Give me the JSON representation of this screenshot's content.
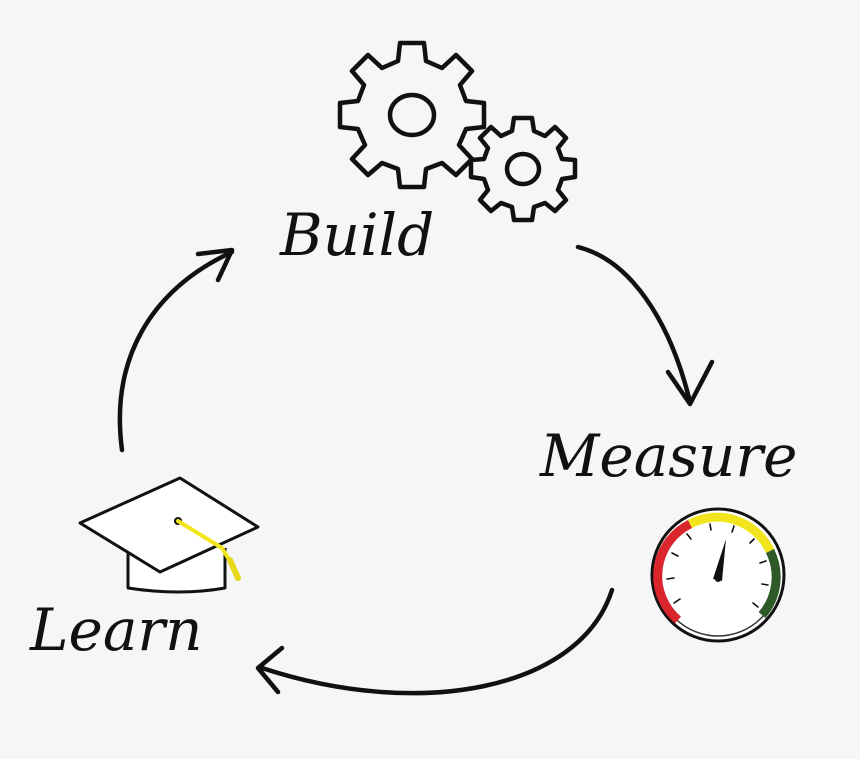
{
  "stages": {
    "build": "Build",
    "measure": "Measure",
    "learn": "Learn"
  },
  "icons": {
    "build": "gears-icon",
    "measure": "gauge-icon",
    "learn": "graduation-cap-icon"
  },
  "colors": {
    "ink": "#111111",
    "gauge_red": "#d8262c",
    "gauge_yellow": "#f2e51d",
    "gauge_green": "#2d5a27",
    "tassel_yellow": "#f2e51d",
    "background": "#f6f6f6"
  }
}
